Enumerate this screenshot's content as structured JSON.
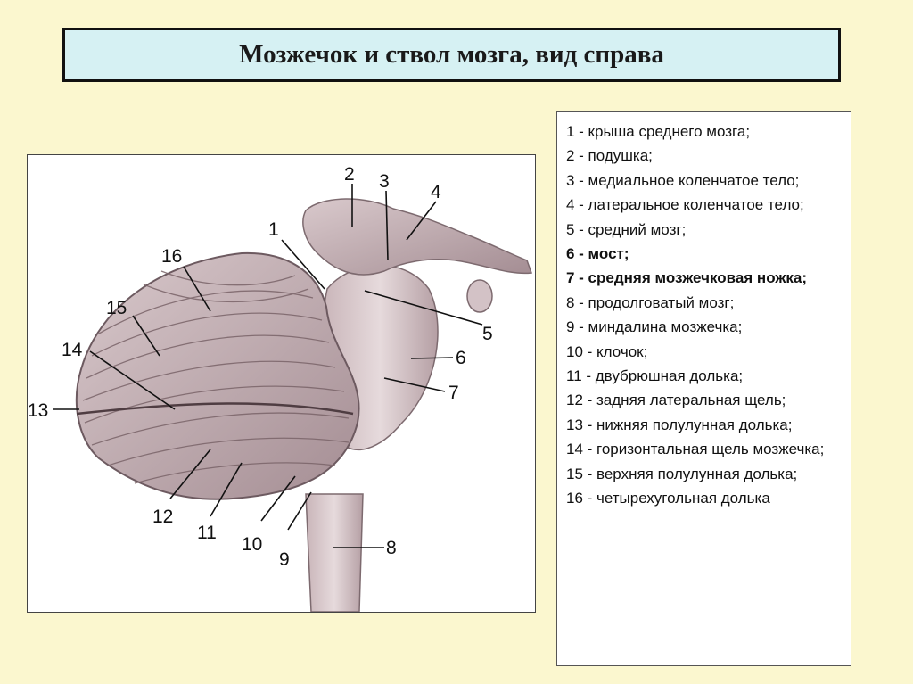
{
  "title": "Мозжечок и ствол мозга, вид справа",
  "figure": {
    "labels": [
      "1",
      "2",
      "3",
      "4",
      "5",
      "6",
      "7",
      "8",
      "9",
      "10",
      "11",
      "12",
      "13",
      "14",
      "15",
      "16"
    ]
  },
  "legend": {
    "items": [
      {
        "text": "1 - крыша среднего мозга;",
        "bold": false
      },
      {
        "text": "2 - подушка;",
        "bold": false
      },
      {
        "text": "3 - медиальное коленчатое тело;",
        "bold": false
      },
      {
        "text": "4 - латеральное коленчатое тело;",
        "bold": false
      },
      {
        "text": "5 - средний мозг;",
        "bold": false
      },
      {
        "text": "6 - мост;",
        "bold": true
      },
      {
        "text": "7 - средняя мозжечковая ножка;",
        "bold": true
      },
      {
        "text": "8 - продолговатый мозг;",
        "bold": false
      },
      {
        "text": "9 - миндалина мозжечка;",
        "bold": false
      },
      {
        "text": "10 - клочок;",
        "bold": false
      },
      {
        "text": "11 - двубрюшная долька;",
        "bold": false
      },
      {
        "text": "12 - задняя латеральная щель;",
        "bold": false
      },
      {
        "text": "13 - нижняя полулунная долька;",
        "bold": false
      },
      {
        "text": "14 - горизонтальная щель мозжечка;",
        "bold": false
      },
      {
        "text": "15 - верхняя полулунная долька;",
        "bold": false
      },
      {
        "text": "16 - четырехугольная долька",
        "bold": false
      }
    ]
  }
}
